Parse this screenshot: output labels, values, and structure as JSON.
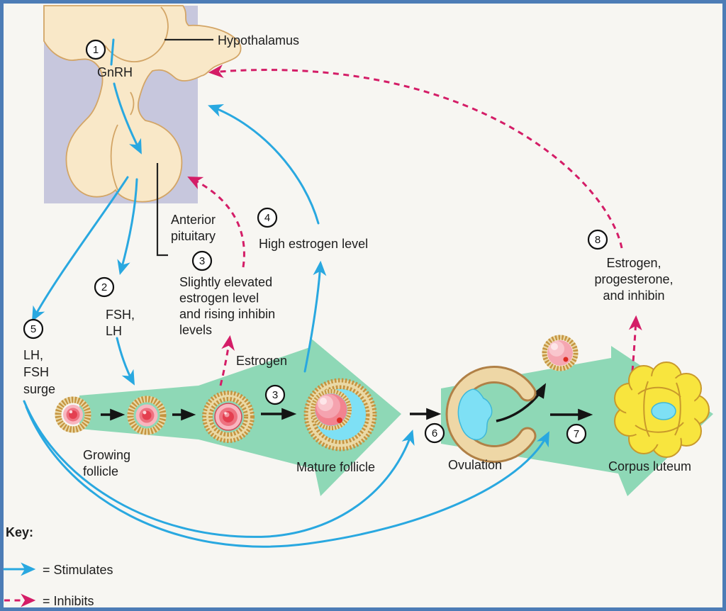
{
  "figure": {
    "anatomy": {
      "hypothalamus_label": "Hypothalamus",
      "anterior_pituitary_line1": "Anterior",
      "anterior_pituitary_line2": "pituitary"
    },
    "steps": {
      "s1": {
        "num": "1",
        "label": "GnRH"
      },
      "s2": {
        "num": "2",
        "line1": "FSH,",
        "line2": "LH"
      },
      "s3": {
        "num": "3",
        "line1": "Slightly elevated",
        "line2": "estrogen level",
        "line3": "and rising inhibin",
        "line4": "levels"
      },
      "s3b": {
        "num": "3"
      },
      "s4": {
        "num": "4",
        "label": "High estrogen level"
      },
      "s5": {
        "num": "5",
        "line1": "LH,",
        "line2": "FSH",
        "line3": "surge"
      },
      "s6": {
        "num": "6",
        "label": "Ovulation"
      },
      "s7": {
        "num": "7",
        "label": "Corpus luteum"
      },
      "s8": {
        "num": "8",
        "line1": "Estrogen,",
        "line2": "progesterone,",
        "line3": "and inhibin"
      }
    },
    "stage_labels": {
      "estrogen": "Estrogen",
      "growing_follicle_line1": "Growing",
      "growing_follicle_line2": "follicle",
      "mature_follicle": "Mature follicle"
    },
    "key": {
      "title": "Key:",
      "stimulates": "= Stimulates",
      "inhibits": "= Inhibits"
    },
    "colors": {
      "stimulates_arrow": "#29a8e0",
      "inhibits_arrow": "#d41d67",
      "cycle_arrow": "#8ed8b6",
      "hypothalamus_fill": "#f9e8c8",
      "pituitary_box": "#c7c7dd",
      "corpus_luteum": "#f8e53e",
      "follicle_pink": "#f2838f",
      "antrum_blue": "#7ee0f5",
      "frame_border": "#4d7cb6"
    }
  }
}
